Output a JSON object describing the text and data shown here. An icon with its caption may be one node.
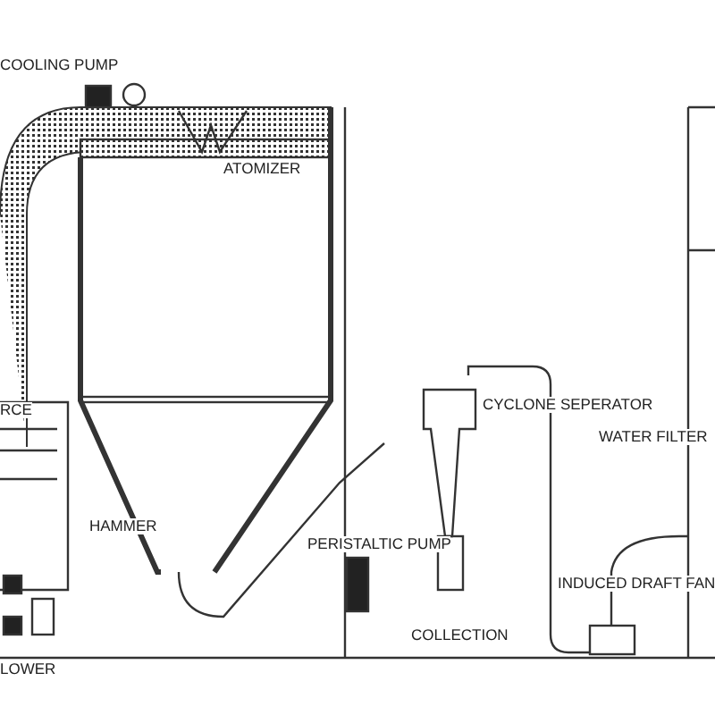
{
  "diagram": {
    "labels": [
      "COOLING PUMP",
      "ATOMIZER",
      "CYCLONE SEPERATOR",
      "RCE",
      "WATER FILTER",
      "HAMMER",
      "PERISTALTIC PUMP",
      "INDUCED DRAFT FAN",
      "COLLECTION",
      "LOWER"
    ]
  }
}
